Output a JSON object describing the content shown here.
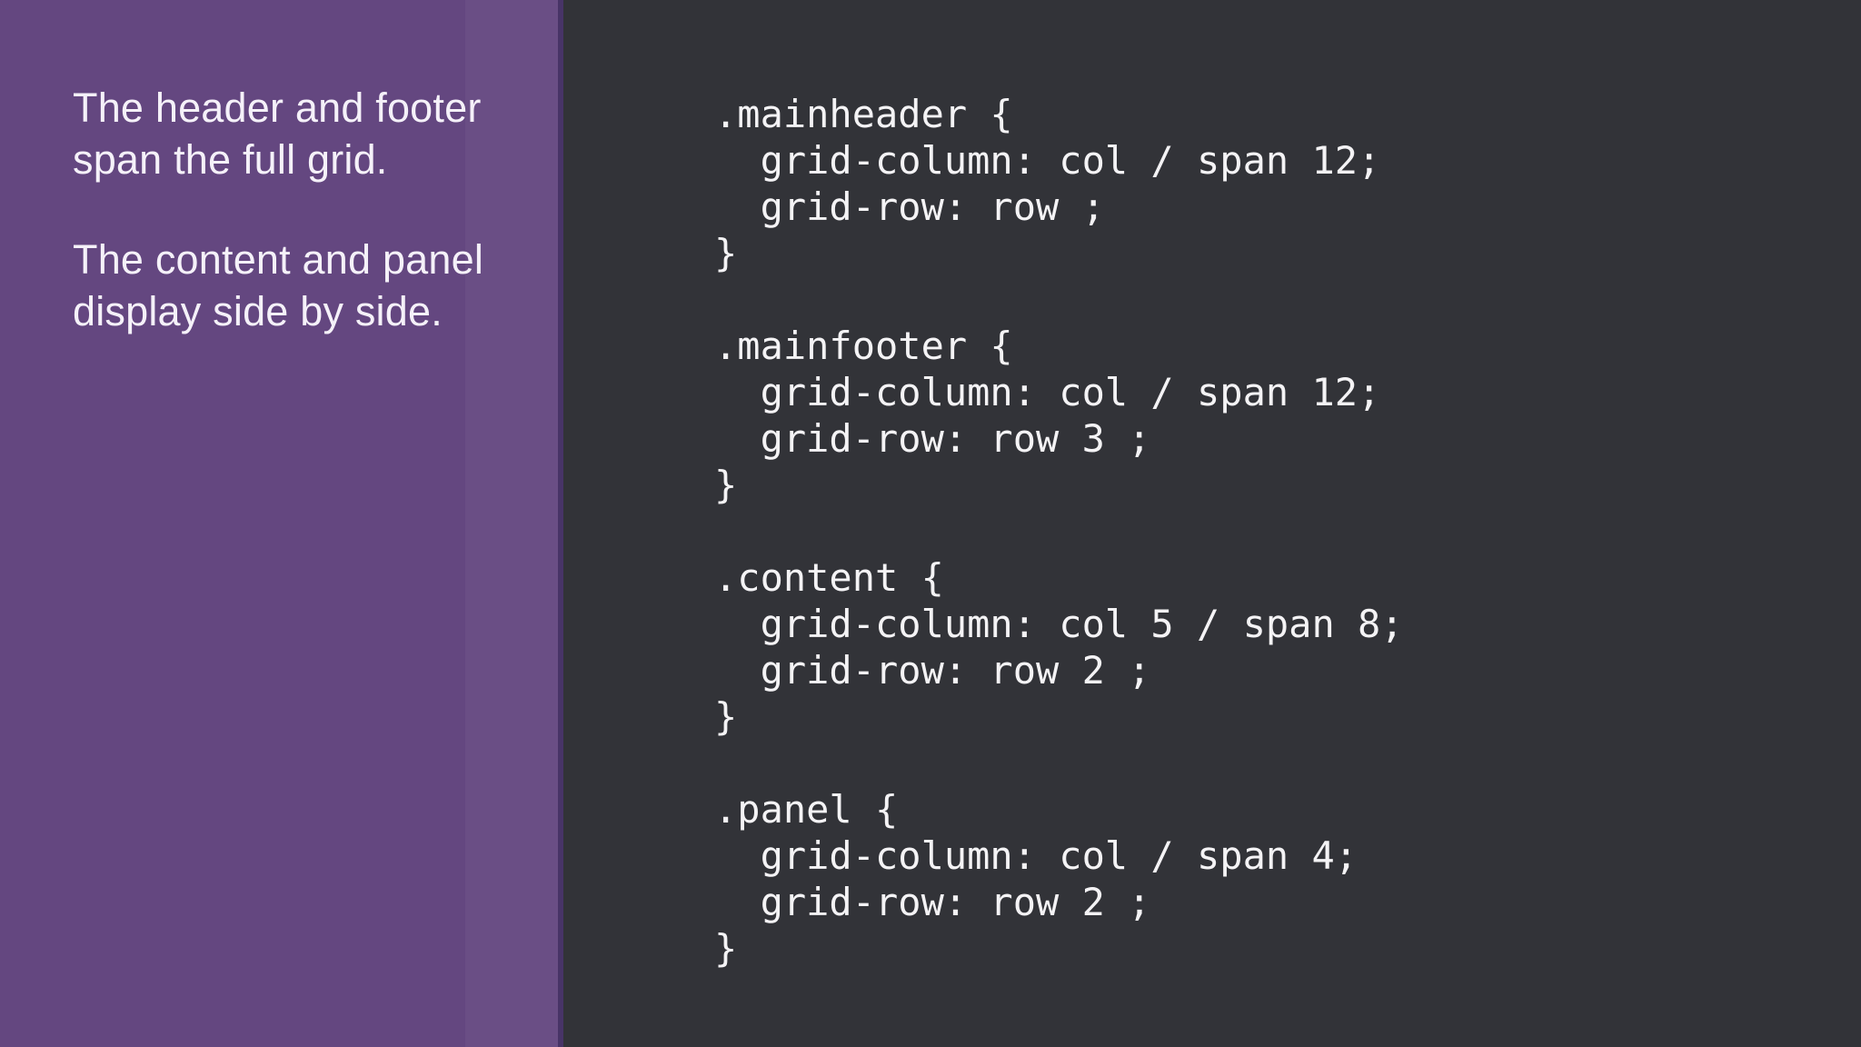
{
  "left_panel": {
    "background": "#644780",
    "band_color": "rgba(255,255,255,0.045)",
    "edge_color": "#483467",
    "text_color": "#f5f1f9",
    "paragraphs": [
      "The header and footer\nspan the full grid.",
      "The content and panel\ndisplay side by side."
    ]
  },
  "code_panel": {
    "background": "#323338",
    "text_color": "#f4f3f5",
    "blocks": [
      ".mainheader {\n  grid-column: col / span 12;\n  grid-row: row ;\n}",
      ".mainfooter {\n  grid-column: col / span 12;\n  grid-row: row 3 ;\n}",
      ".content {\n  grid-column: col 5 / span 8;\n  grid-row: row 2 ;\n}",
      ".panel {\n  grid-column: col / span 4;\n  grid-row: row 2 ;\n}"
    ]
  }
}
